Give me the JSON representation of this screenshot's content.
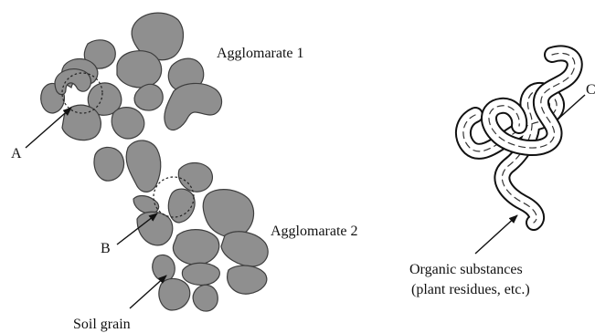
{
  "labels": {
    "agglomerate_1": "Agglomarate 1",
    "agglomerate_2": "Agglomarate 2",
    "point_a": "A",
    "point_b": "B",
    "point_c": "C",
    "soil_grain": "Soil grain",
    "organic_line1": "Organic substances",
    "organic_line2": "(plant residues, etc.)"
  },
  "colors": {
    "grain_fill": "#8f8f8f",
    "grain_stroke": "#3d3d3d",
    "line": "#111111"
  }
}
